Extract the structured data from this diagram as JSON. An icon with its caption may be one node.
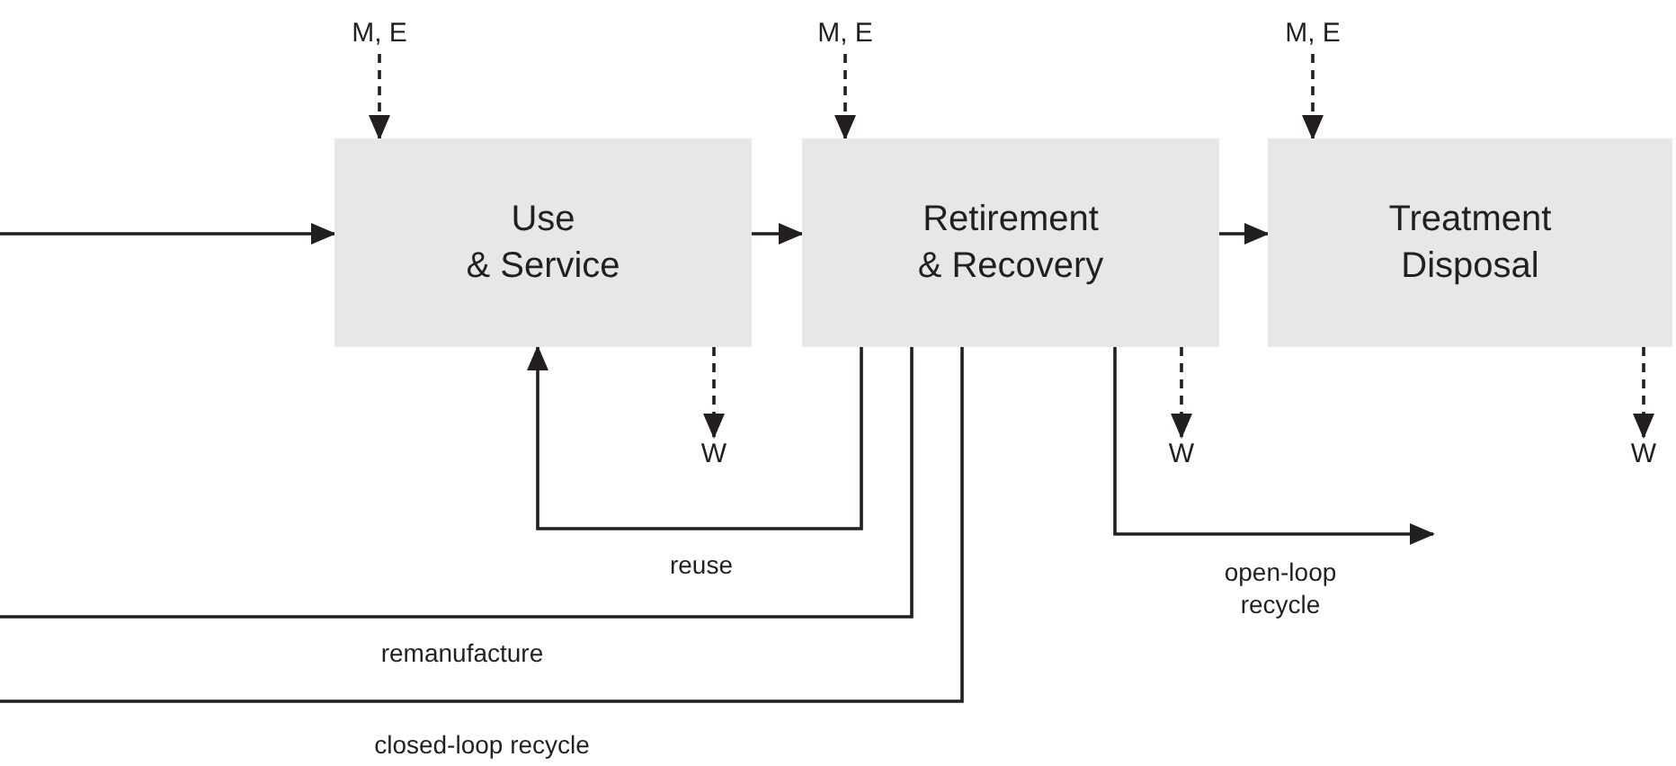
{
  "diagram": {
    "nodes": [
      {
        "text": [
          "M, E"
        ]
      },
      {
        "text": [
          "Use & Service"
        ]
      },
      {
        "text": [
          "M, E"
        ]
      },
      {
        "text": [
          "Retirement & Recovery"
        ]
      },
      {
        "text": [
          "M, E"
        ]
      },
      {
        "text": [
          "Treatment Disposal"
        ]
      },
      {
        "text": [
          "W"
        ]
      },
      {
        "text": [
          "W"
        ]
      },
      {
        "text": [
          "W"
        ]
      }
    ],
    "edges": [
      {
        "from": null,
        "to": 1,
        "arrow": "to"
      },
      {
        "from": 1,
        "to": 3,
        "arrow": "to"
      },
      {
        "from": 3,
        "to": 5,
        "arrow": "to"
      },
      {
        "from": 0,
        "to": 1,
        "arrow": "to",
        "style": "dashed"
      },
      {
        "from": 2,
        "to": 3,
        "arrow": "to",
        "style": "dashed"
      },
      {
        "from": 4,
        "to": 5,
        "arrow": "to",
        "style": "dashed"
      },
      {
        "from": 1,
        "to": 6,
        "arrow": "to",
        "style": "dashed"
      },
      {
        "from": 3,
        "to": 7,
        "arrow": "to",
        "style": "dashed"
      },
      {
        "from": 5,
        "to": 8,
        "arrow": "to",
        "style": "dashed"
      },
      {
        "from": 3,
        "to": 1,
        "arrow": "to",
        "label": "reuse"
      },
      {
        "from": 3,
        "to": null,
        "arrow": "none",
        "label": "remanufacture"
      },
      {
        "from": 3,
        "to": null,
        "arrow": "none",
        "label": "closed-loop recycle"
      },
      {
        "from": 3,
        "to": null,
        "arrow": "to",
        "label": "open-loop recycle"
      }
    ]
  }
}
